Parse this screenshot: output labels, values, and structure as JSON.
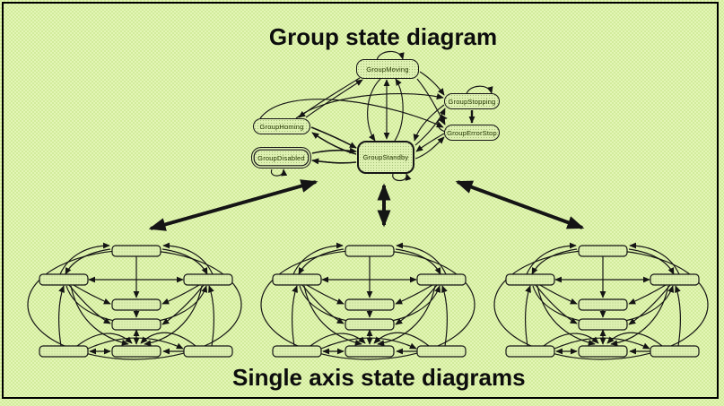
{
  "titles": {
    "group": "Group state diagram",
    "single_axis": "Single axis state diagrams"
  },
  "group_diagram": {
    "nodes": [
      {
        "label": "GroupMoving"
      },
      {
        "label": "GroupStopping"
      },
      {
        "label": "GroupErrorStop"
      },
      {
        "label": "GroupHoming"
      },
      {
        "label": "GroupDisabled"
      },
      {
        "label": "GroupStandby"
      }
    ]
  },
  "single_axis": {
    "diagram_count": 3,
    "boxes_per_diagram": 8
  },
  "colors": {
    "background": "#d8efa3",
    "background_dither": "#e3f6b6",
    "box_fill": "#def1b2",
    "box_stipple": "#a3bf76",
    "line": "#151515",
    "frame": "#000000",
    "title_text": "#0d0d0d"
  }
}
